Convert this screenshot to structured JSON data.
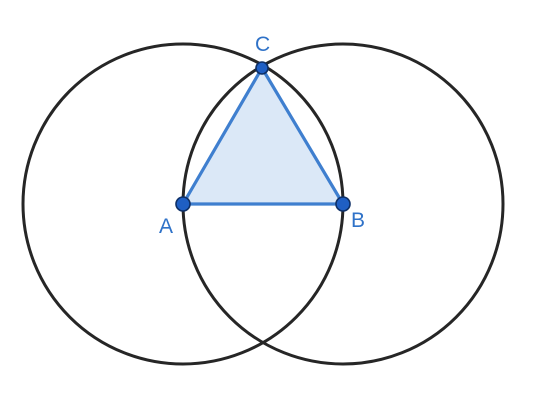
{
  "points": [
    {
      "id": "A",
      "label": "A"
    },
    {
      "id": "B",
      "label": "B"
    },
    {
      "id": "C",
      "label": "C"
    }
  ],
  "circles": [
    {
      "center": "A",
      "through": "B"
    },
    {
      "center": "B",
      "through": "A"
    }
  ],
  "polygon": [
    "A",
    "B",
    "C"
  ],
  "segments": [
    [
      "A",
      "B"
    ],
    [
      "B",
      "C"
    ],
    [
      "C",
      "A"
    ]
  ],
  "colors": {
    "circle_stroke": "#262626",
    "triangle_fill": "#dbe8f7",
    "triangle_edge": "#3f7fcf",
    "point_fill": "#1f5fc4",
    "label": "#2f72c8"
  }
}
